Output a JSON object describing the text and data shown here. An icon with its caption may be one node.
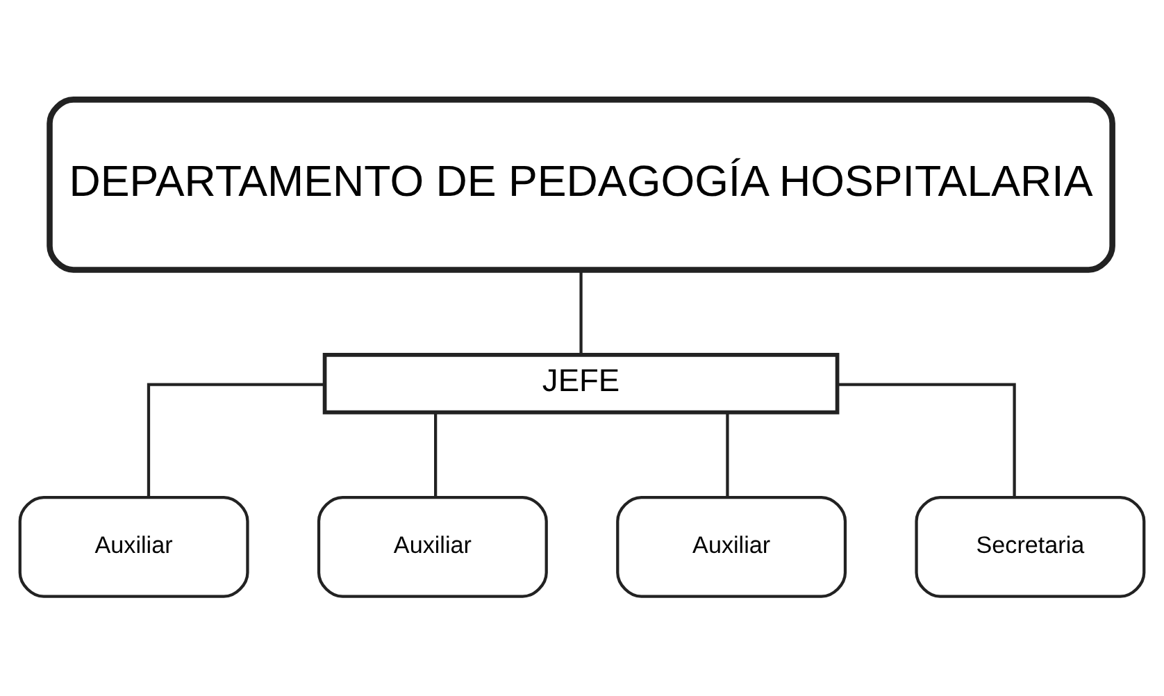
{
  "diagram": {
    "nodes": [
      {
        "text": [
          "DEPARTAMENTO DE PEDAGOGÍA HOSPITALARIA"
        ]
      },
      {
        "text": [
          "JEFE"
        ]
      },
      {
        "text": [
          "Auxiliar"
        ]
      },
      {
        "text": [
          "Auxiliar"
        ]
      },
      {
        "text": [
          "Auxiliar"
        ]
      },
      {
        "text": [
          "Secretaria"
        ]
      }
    ],
    "edges": [
      {
        "from": 0,
        "to": 1,
        "arrow": "none"
      },
      {
        "from": 1,
        "to": 2,
        "arrow": "none"
      },
      {
        "from": 1,
        "to": 3,
        "arrow": "none"
      },
      {
        "from": 1,
        "to": 4,
        "arrow": "none"
      },
      {
        "from": 1,
        "to": 5,
        "arrow": "none"
      }
    ]
  }
}
